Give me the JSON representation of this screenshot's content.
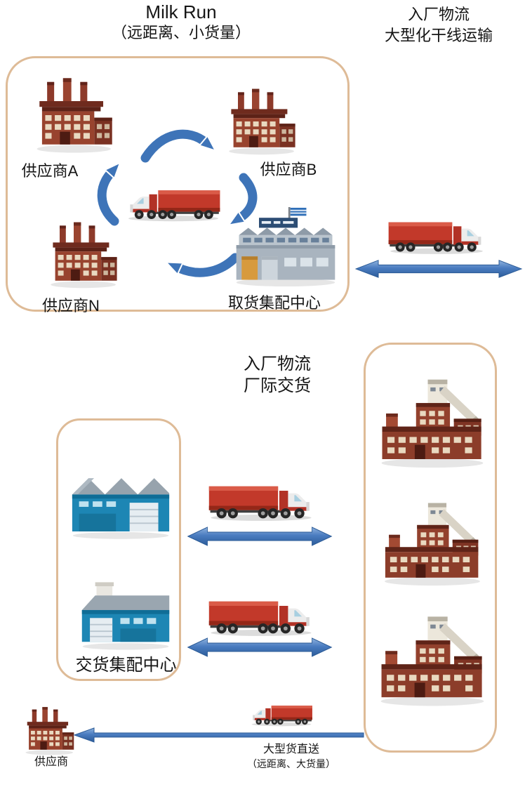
{
  "top": {
    "milk_run_title": "Milk Run",
    "milk_run_subtitle": "（远距离、小货量）",
    "right_title_line1": "入厂物流",
    "right_title_line2": "大型化干线运输",
    "supplier_a": "供应商A",
    "supplier_b": "供应商B",
    "supplier_n": "供应商N",
    "pickup_center": "取货集配中心"
  },
  "bottom": {
    "title_line1": "入厂物流",
    "title_line2": "厂际交货",
    "delivery_center": "交货集配中心",
    "supplier": "供应商",
    "direct_title": "大型货直送",
    "direct_subtitle": "（远距离、大货量）"
  },
  "colors": {
    "arrow_blue": "#3e74b8",
    "box_border": "#debb97",
    "factory_brick": "#98432e",
    "warehouse_teal": "#1d86b4",
    "truck_red": "#c2392a",
    "text": "#151515"
  },
  "icons": {
    "factory-icon": "red-brick factory with chimneys",
    "plant-icon": "industrial plant complex with tall head tower",
    "warehouse-gray-icon": "gray consolidation warehouse with blue sign and flag",
    "warehouse-blue-icon": "teal warehouse with gabled gray roof",
    "warehouse-blue2-icon": "teal warehouse with white silo tower",
    "truck-icon": "red semi-trailer truck",
    "cycle-arrow-icon": "curved blue arrow",
    "double-arrow-icon": "double-headed blue arrow",
    "left-arrow-icon": "left-pointing blue arrow"
  }
}
